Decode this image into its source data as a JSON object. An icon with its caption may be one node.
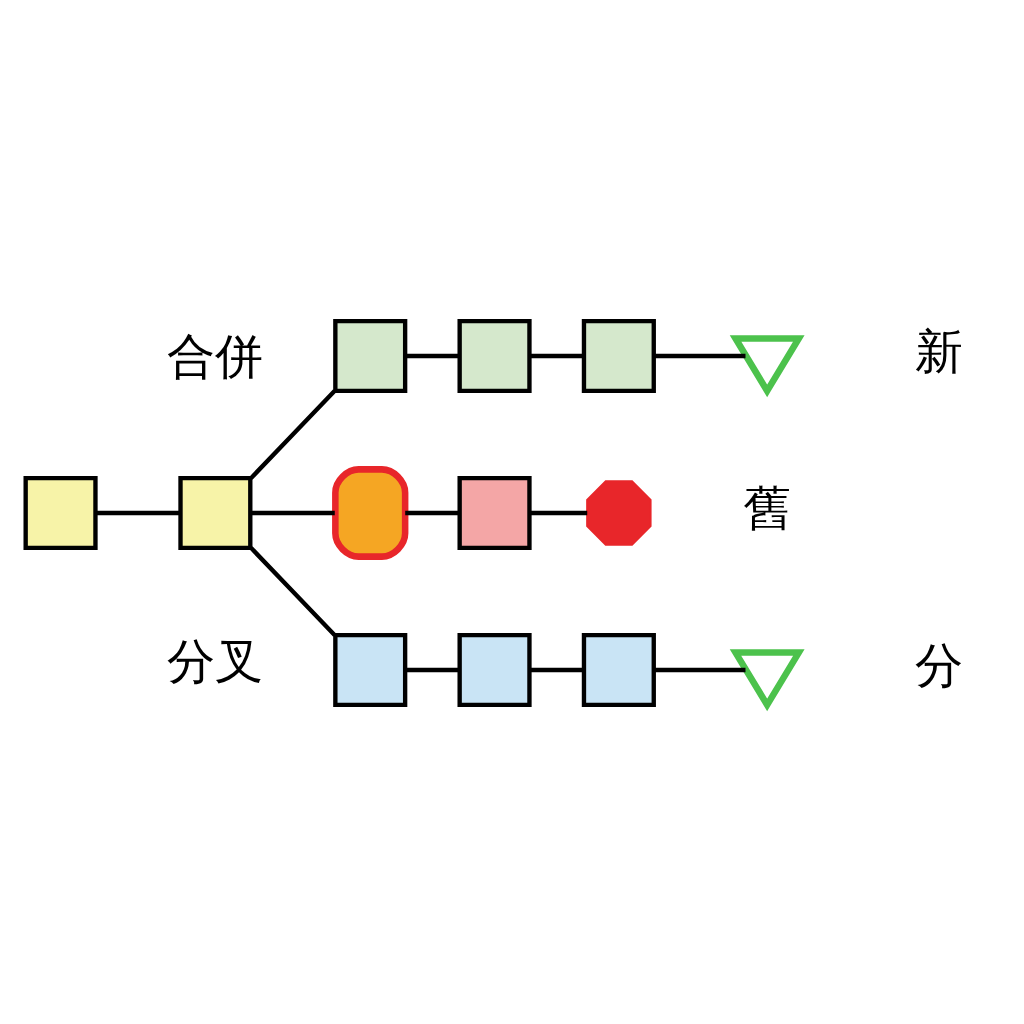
{
  "diagram": {
    "nodes": [
      {
        "text": [],
        "shape": "box"
      },
      {
        "text": [],
        "shape": "box"
      },
      {
        "text": [],
        "shape": "box"
      },
      {
        "text": [],
        "shape": "box"
      },
      {
        "text": [],
        "shape": "box"
      },
      {
        "text": [],
        "shape": "check"
      },
      {
        "text": [],
        "shape": "fire"
      },
      {
        "text": [],
        "shape": "box"
      },
      {
        "text": [],
        "shape": "cross"
      },
      {
        "text": [],
        "shape": "box"
      },
      {
        "text": [],
        "shape": "box"
      },
      {
        "text": [],
        "shape": "box"
      },
      {
        "text": [],
        "shape": "check"
      }
    ],
    "edges": [
      {
        "from": 0,
        "to": 1,
        "arrow": "none"
      },
      {
        "from": 1,
        "to": 2,
        "arrow": "none"
      },
      {
        "from": 2,
        "to": 3,
        "arrow": "none"
      },
      {
        "from": 3,
        "to": 4,
        "arrow": "none"
      },
      {
        "from": 4,
        "to": 5,
        "arrow": "none"
      },
      {
        "from": 1,
        "to": 6,
        "arrow": "none"
      },
      {
        "from": 6,
        "to": 7,
        "arrow": "none"
      },
      {
        "from": 7,
        "to": 8,
        "arrow": "none"
      },
      {
        "from": 1,
        "to": 9,
        "arrow": "none"
      },
      {
        "from": 9,
        "to": 10,
        "arrow": "none"
      },
      {
        "from": 10,
        "to": 11,
        "arrow": "none"
      },
      {
        "from": 11,
        "to": 12,
        "arrow": "none"
      }
    ],
    "labels": [
      "合併",
      "新",
      "舊",
      "分叉",
      "分"
    ]
  }
}
